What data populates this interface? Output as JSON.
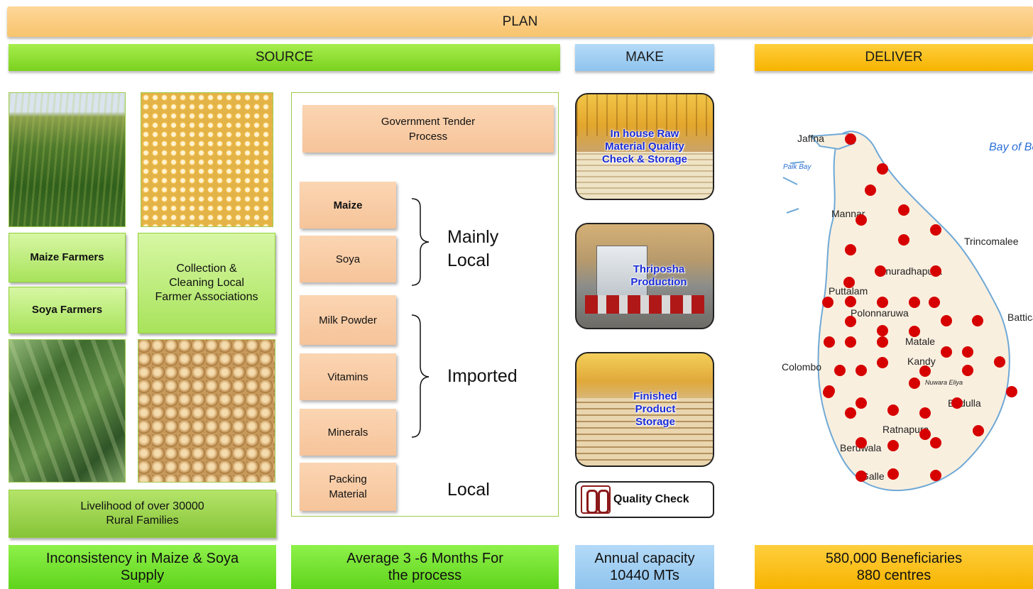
{
  "header": {
    "plan": "PLAN",
    "source": "SOURCE",
    "make": "MAKE",
    "deliver": "DELIVER"
  },
  "source": {
    "maize_farmers": "Maize Farmers",
    "soya_farmers": "Soya Farmers",
    "collection": "Collection & Cleaning Local Farmer Associations",
    "livelihood": "Livelihood of over 30000 Rural Families",
    "gov_tender": "Government Tender Process",
    "materials": [
      "Maize",
      "Soya",
      "Milk Powder",
      "Vitamins",
      "Minerals",
      "Packing Material"
    ],
    "groups": {
      "mainly_local": "Mainly Local",
      "imported": "Imported",
      "local": "Local"
    }
  },
  "make": {
    "steps": [
      "In house Raw Material Quality Check & Storage",
      "Thriposha Production",
      "Finished Product Storage"
    ],
    "quality_check": "Quality Check"
  },
  "deliver": {
    "map_labels": [
      "Jaffna",
      "Palk Bay",
      "Bay of Bengal",
      "Mannar",
      "Trincomalee",
      "Anuradhapura",
      "Puttalam",
      "Polonnaruwa",
      "Batticaloa",
      "Matale",
      "Kandy",
      "Colombo",
      "Nuwara Eliya",
      "Badulla",
      "Ratnapura",
      "Beruwala",
      "Galle"
    ],
    "map_colors": {
      "land": "#f9efdf",
      "sea_text": "#2a6fd6",
      "dot": "#d60000",
      "coast": "#6fa9d6"
    }
  },
  "footer": {
    "inconsistency": "Inconsistency in Maize & Soya Supply",
    "average": "Average 3 -6 Months For the process",
    "annual": "Annual capacity 10440 MTs",
    "beneficiaries": "580,000 Beneficiaries 880 centres"
  }
}
